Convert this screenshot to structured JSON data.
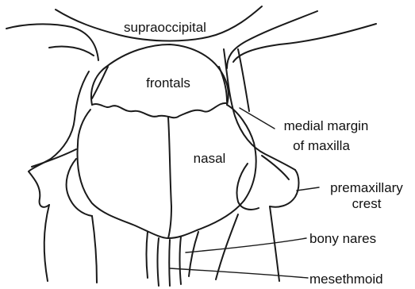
{
  "labels": {
    "supraoccipital": "supraoccipital",
    "frontals": "frontals",
    "medial_margin_line1": "medial margin",
    "medial_margin_line2": "of maxilla",
    "nasal": "nasal",
    "premaxillary_line1": "premaxillary",
    "premaxillary_line2": "crest",
    "bony_nares": "bony nares",
    "mesethmoid": "mesethmoid"
  }
}
